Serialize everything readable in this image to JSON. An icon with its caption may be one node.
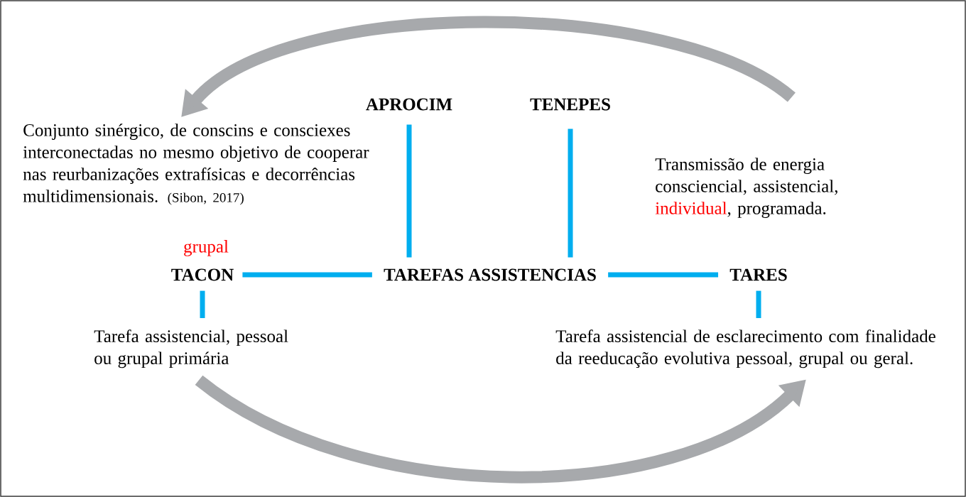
{
  "diagram": {
    "nodes": [
      {
        "text": [
          "APROCIM"
        ]
      },
      {
        "text": [
          "TENEPES"
        ]
      },
      {
        "text": [
          "Conjunto sinérgico, de conscins e consciexes interconectadas no mesmo objetivo de cooperar nas reurbanizações extrafísicas e decorrências multidimensionais.",
          "(Sibon, 2017)"
        ]
      },
      {
        "text": [
          "Transmissão de energia consciencial, assistencial,",
          "individual",
          ", programada."
        ]
      },
      {
        "text": [
          "TACON"
        ],
        "beside": [
          "grupal"
        ]
      },
      {
        "text": [
          "TAREFAS ASSISTENCIAS"
        ]
      },
      {
        "text": [
          "TARES"
        ]
      },
      {
        "text": [
          "Tarefa assistencial, pessoal ou grupal primária"
        ]
      },
      {
        "text": [
          "Tarefa assistencial de esclarecimento com finalidade da reeducação evolutiva pessoal, grupal ou geral."
        ]
      }
    ],
    "edges": [
      {
        "from": 0,
        "to": 5,
        "arrow": "none"
      },
      {
        "from": 1,
        "to": 5,
        "arrow": "none"
      },
      {
        "from": 4,
        "to": 5,
        "arrow": "none"
      },
      {
        "from": 5,
        "to": 6,
        "arrow": "none"
      },
      {
        "from": 4,
        "to": 7,
        "arrow": "none"
      },
      {
        "from": 6,
        "to": 8,
        "arrow": "none"
      },
      {
        "from": 3,
        "to": 2,
        "arrow": "to",
        "style": "thick",
        "color": "#a7a9ac"
      },
      {
        "from": 7,
        "to": 8,
        "arrow": "to",
        "style": "thick",
        "color": "#a7a9ac"
      }
    ]
  }
}
